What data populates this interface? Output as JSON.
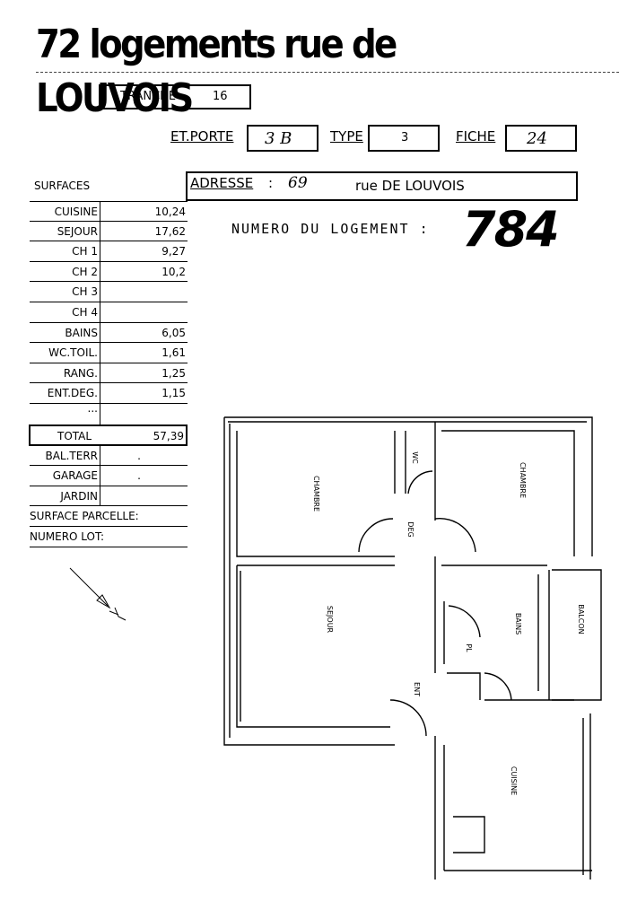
{
  "header": {
    "title": "72 logements rue de LOUVOIS"
  },
  "tranche": {
    "label": "TRANCHE",
    "value": "16"
  },
  "etporte": {
    "label": "ET.PORTE",
    "value": "3 B"
  },
  "type": {
    "label": "TYPE",
    "value": "3"
  },
  "fiche": {
    "label": "FICHE",
    "value": "24"
  },
  "adresse": {
    "label": "ADRESSE",
    "colon": ":",
    "number": "69",
    "street": "rue DE LOUVOIS"
  },
  "surfaces": {
    "title": "SURFACES",
    "rows": [
      {
        "name": "CUISINE",
        "value": "10,24"
      },
      {
        "name": "SEJOUR",
        "value": "17,62"
      },
      {
        "name": "CH 1",
        "value": "9,27"
      },
      {
        "name": "CH 2",
        "value": "10,2"
      },
      {
        "name": "CH 3",
        "value": ""
      },
      {
        "name": "CH 4",
        "value": ""
      },
      {
        "name": "BAINS",
        "value": "6,05"
      },
      {
        "name": "WC.TOIL.",
        "value": "1,61"
      },
      {
        "name": "RANG.",
        "value": "1,25"
      },
      {
        "name": "ENT.DEG.",
        "value": "1,15"
      },
      {
        "name": "...",
        "value": ""
      }
    ],
    "total": {
      "name": "TOTAL",
      "value": "57,39"
    },
    "extra_rows": [
      {
        "name": "BAL.TERR",
        "value": "."
      },
      {
        "name": "GARAGE",
        "value": "."
      },
      {
        "name": "JARDIN",
        "value": ""
      }
    ],
    "parcelle_label": "SURFACE PARCELLE:",
    "lot_label": "NUMERO LOT:"
  },
  "logement": {
    "label": "NUMERO DU LOGEMENT :",
    "value": "784"
  },
  "plan": {
    "rooms": [
      "CHAMBRE",
      "CHAMBRE",
      "SEJOUR",
      "BAINS",
      "BALCON",
      "CUISINE",
      "WC",
      "PL",
      "DEG",
      "ENT"
    ]
  }
}
